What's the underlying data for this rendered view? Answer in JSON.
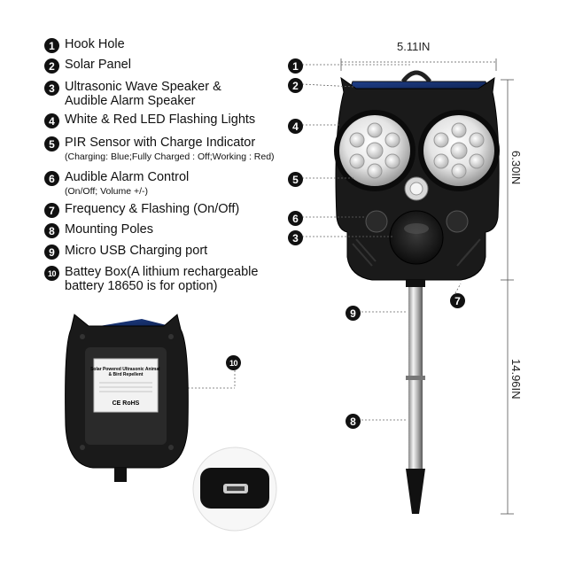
{
  "legend": {
    "items": [
      {
        "num": "1",
        "text": "Hook Hole"
      },
      {
        "num": "2",
        "text": "Solar Panel"
      },
      {
        "num": "3",
        "text": "Ultrasonic Wave Speaker &",
        "text2": "Audible Alarm Speaker"
      },
      {
        "num": "4",
        "text": "White & Red LED Flashing Lights"
      },
      {
        "num": "5",
        "text": "PIR Sensor with Charge Indicator",
        "sub": "(Charging: Blue;Fully Charged : Off;Working : Red)"
      },
      {
        "num": "6",
        "text": "Audible Alarm Control",
        "sub": "(On/Off; Volume +/-)"
      },
      {
        "num": "7",
        "text": "Frequency & Flashing (On/Off)"
      },
      {
        "num": "8",
        "text": "Mounting Poles"
      },
      {
        "num": "9",
        "text": "Micro USB Charging port"
      },
      {
        "num": "10",
        "text": "Battey Box(A lithium rechargeable",
        "text2": "battery 18650 is for option)"
      }
    ]
  },
  "dimensions": {
    "width": "5.11IN",
    "body_height": "6.30IN",
    "pole_height": "14.96IN"
  },
  "callouts": [
    "1",
    "2",
    "4",
    "5",
    "6",
    "3",
    "9",
    "7",
    "8",
    "10"
  ],
  "label": {
    "title": "Solar Powered Ultrasonic Animal & Bird Repellent",
    "marks": "CE RoHS"
  }
}
